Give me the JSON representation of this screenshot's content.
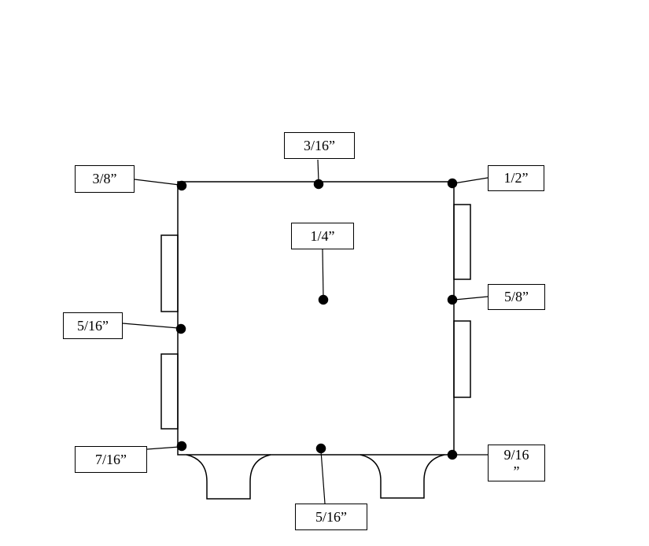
{
  "diagram": {
    "description": "Drill hole location plate drawing with fractional inch hole sizes",
    "colors": {
      "line": "#000000",
      "background": "#ffffff"
    },
    "labels": {
      "top_center": "3/16”",
      "top_left": "3/8”",
      "top_right": "1/2”",
      "center": "1/4”",
      "mid_left": "5/16”",
      "mid_right": "5/8”",
      "bottom_left": "7/16”",
      "bottom_right": "9/16\n”",
      "bottom_center": "5/16”"
    },
    "holes": [
      {
        "position": "top-left-corner",
        "size": "3/8”"
      },
      {
        "position": "top-center",
        "size": "3/16”"
      },
      {
        "position": "top-right-corner",
        "size": "1/2”"
      },
      {
        "position": "center",
        "size": "1/4”"
      },
      {
        "position": "middle-left-edge",
        "size": "5/16”"
      },
      {
        "position": "middle-right-edge",
        "size": "5/8”"
      },
      {
        "position": "bottom-left-corner",
        "size": "7/16”"
      },
      {
        "position": "bottom-center",
        "size": "5/16”"
      },
      {
        "position": "bottom-right-corner",
        "size": "9/16”"
      }
    ]
  }
}
